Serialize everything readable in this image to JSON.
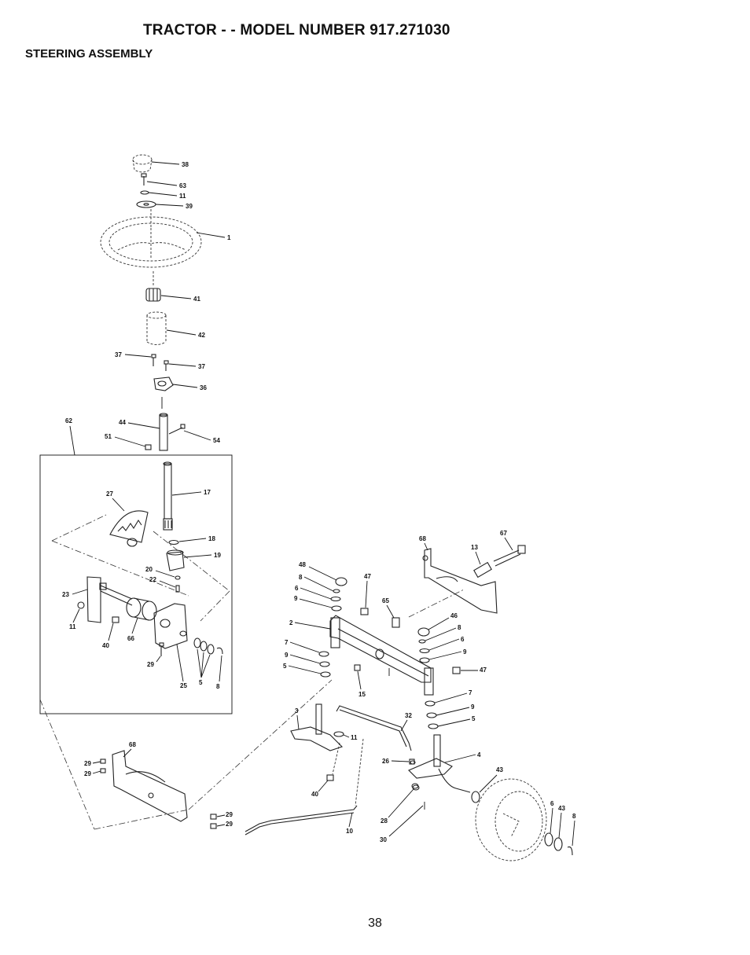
{
  "header": {
    "title": "TRACTOR - - MODEL NUMBER 917.271030",
    "subtitle": "STEERING ASSEMBLY"
  },
  "page_number": "38",
  "callouts": [
    "38",
    "63",
    "11",
    "39",
    "1",
    "41",
    "42",
    "37",
    "37",
    "36",
    "62",
    "44",
    "51",
    "54",
    "17",
    "27",
    "18",
    "19",
    "20",
    "22",
    "23",
    "11",
    "40",
    "66",
    "29",
    "25",
    "5",
    "8",
    "68",
    "67",
    "13",
    "48",
    "8",
    "6",
    "9",
    "47",
    "65",
    "46",
    "8",
    "6",
    "9",
    "2",
    "7",
    "9",
    "5",
    "15",
    "47",
    "7",
    "9",
    "5",
    "3",
    "11",
    "32",
    "26",
    "4",
    "43",
    "68",
    "29",
    "29",
    "29",
    "29",
    "40",
    "10",
    "28",
    "30",
    "6",
    "43",
    "8"
  ]
}
